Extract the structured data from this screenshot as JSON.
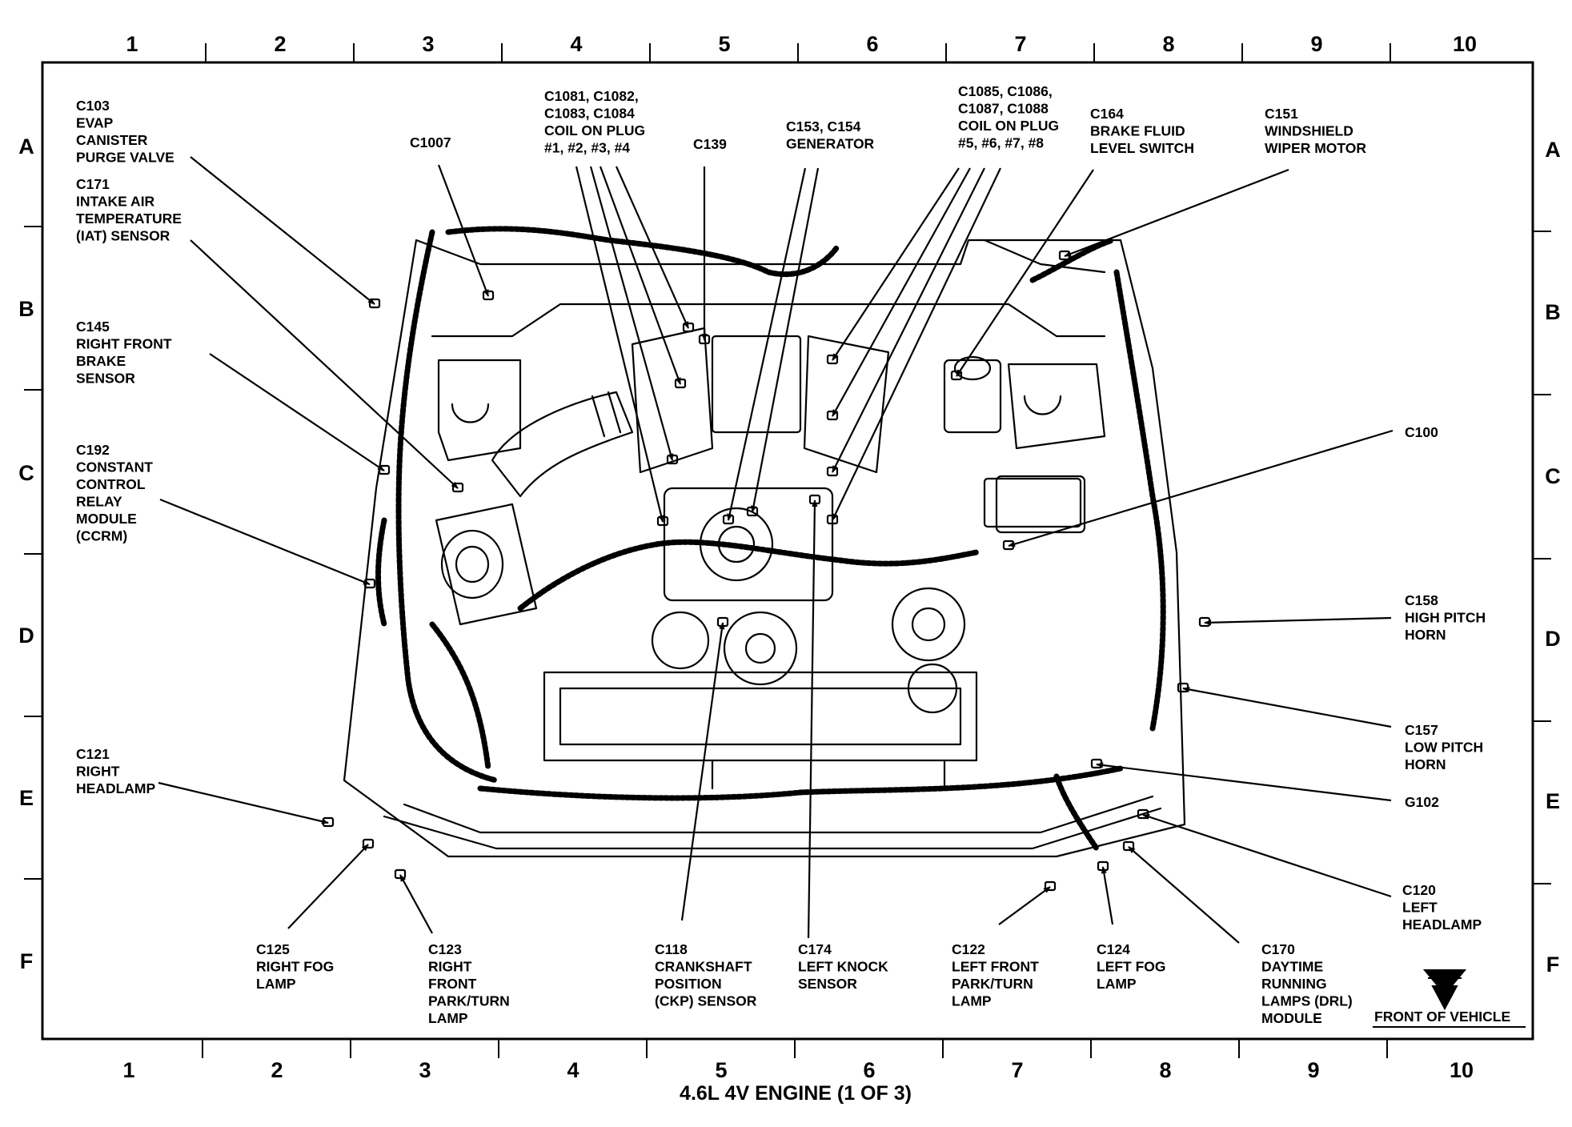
{
  "grid": {
    "columns": [
      "1",
      "2",
      "3",
      "4",
      "5",
      "6",
      "7",
      "8",
      "9",
      "10"
    ],
    "rows": [
      "A",
      "B",
      "C",
      "D",
      "E",
      "F"
    ]
  },
  "callouts": [
    {
      "id": "c103",
      "lines": [
        "C103",
        "EVAP",
        "CANISTER",
        "PURGE VALVE"
      ]
    },
    {
      "id": "c171",
      "lines": [
        "C171",
        "INTAKE AIR",
        "TEMPERATURE",
        "(IAT) SENSOR"
      ]
    },
    {
      "id": "c145",
      "lines": [
        "C145",
        "RIGHT FRONT",
        "BRAKE",
        "SENSOR"
      ]
    },
    {
      "id": "c192",
      "lines": [
        "C192",
        "CONSTANT",
        "CONTROL",
        "RELAY",
        "MODULE",
        "(CCRM)"
      ]
    },
    {
      "id": "c121",
      "lines": [
        "C121",
        "RIGHT",
        "HEADLAMP"
      ]
    },
    {
      "id": "c1007",
      "lines": [
        "C1007"
      ]
    },
    {
      "id": "c1081",
      "lines": [
        "C1081, C1082,",
        "C1083, C1084",
        "COIL ON PLUG",
        "#1, #2, #3, #4"
      ]
    },
    {
      "id": "c139",
      "lines": [
        "C139"
      ]
    },
    {
      "id": "c153",
      "lines": [
        "C153, C154",
        "GENERATOR"
      ]
    },
    {
      "id": "c1085",
      "lines": [
        "C1085, C1086,",
        "C1087, C1088",
        "COIL ON PLUG",
        "#5, #6, #7, #8"
      ]
    },
    {
      "id": "c164",
      "lines": [
        "C164",
        "BRAKE FLUID",
        "LEVEL SWITCH"
      ]
    },
    {
      "id": "c151",
      "lines": [
        "C151",
        "WINDSHIELD",
        "WIPER MOTOR"
      ]
    },
    {
      "id": "c100",
      "lines": [
        "C100"
      ]
    },
    {
      "id": "c158",
      "lines": [
        "C158",
        "HIGH PITCH",
        "HORN"
      ]
    },
    {
      "id": "c157",
      "lines": [
        "C157",
        "LOW PITCH",
        "HORN"
      ]
    },
    {
      "id": "g102",
      "lines": [
        "G102"
      ]
    },
    {
      "id": "c120",
      "lines": [
        "C120",
        "LEFT",
        "HEADLAMP"
      ]
    },
    {
      "id": "c125",
      "lines": [
        "C125",
        "RIGHT FOG",
        "LAMP"
      ]
    },
    {
      "id": "c123",
      "lines": [
        "C123",
        "RIGHT",
        "FRONT",
        "PARK/TURN",
        "LAMP"
      ]
    },
    {
      "id": "c118",
      "lines": [
        "C118",
        "CRANKSHAFT",
        "POSITION",
        "(CKP) SENSOR"
      ]
    },
    {
      "id": "c174",
      "lines": [
        "C174",
        "LEFT KNOCK",
        "SENSOR"
      ]
    },
    {
      "id": "c122",
      "lines": [
        "C122",
        "LEFT FRONT",
        "PARK/TURN",
        "LAMP"
      ]
    },
    {
      "id": "c124",
      "lines": [
        "C124",
        "LEFT FOG",
        "LAMP"
      ]
    },
    {
      "id": "c170",
      "lines": [
        "C170",
        "DAYTIME",
        "RUNNING",
        "LAMPS (DRL)",
        "MODULE"
      ]
    }
  ],
  "front_of_vehicle": "FRONT OF VEHICLE",
  "caption": "4.6L 4V ENGINE (1 OF 3)",
  "colors": {
    "ink": "#000000",
    "paper": "#ffffff"
  }
}
